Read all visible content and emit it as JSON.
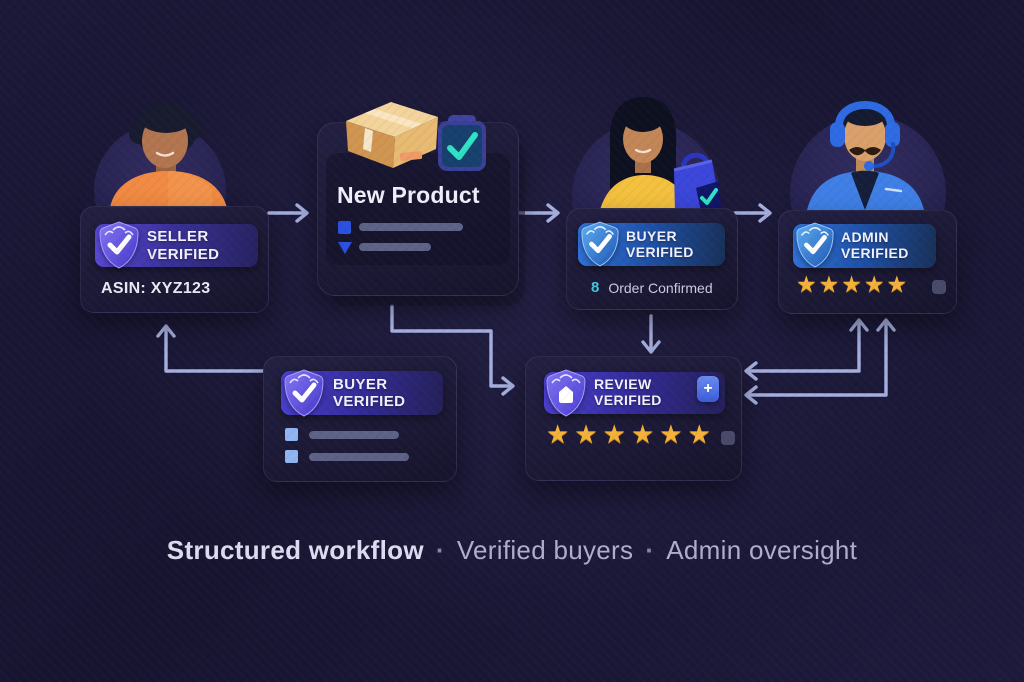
{
  "diagram": {
    "seller": {
      "badge_line1": "SELLER",
      "badge_line2": "VERIFIED",
      "asin": "ASIN: XYZ123"
    },
    "product": {
      "title": "New Product"
    },
    "buyer": {
      "badge_line1": "BUYER",
      "badge_line2": "VERIFIED",
      "order_prefix": "8",
      "order_status": "Order Confirmed"
    },
    "admin": {
      "badge_line1": "ADMIN",
      "badge_line2": "VERIFIED",
      "stars": 5
    },
    "buyer_pending": {
      "badge_line1": "BUYER",
      "badge_line2": "VERIFIED"
    },
    "review": {
      "badge_line1": "REVIEW",
      "badge_line2": "VERIFIED",
      "add_button": "+",
      "stars": 6
    }
  },
  "caption": {
    "separator": "·",
    "item1": "Structured workflow",
    "item2": "Verified buyers",
    "item3": "Admin oversight"
  },
  "colors": {
    "background": "#171430",
    "accent_purple": "#5a49d8",
    "accent_blue": "#2f72d8",
    "star_gold": "#f5b23a",
    "teal_check": "#2fe3c4",
    "connector": "#a6b0df"
  }
}
